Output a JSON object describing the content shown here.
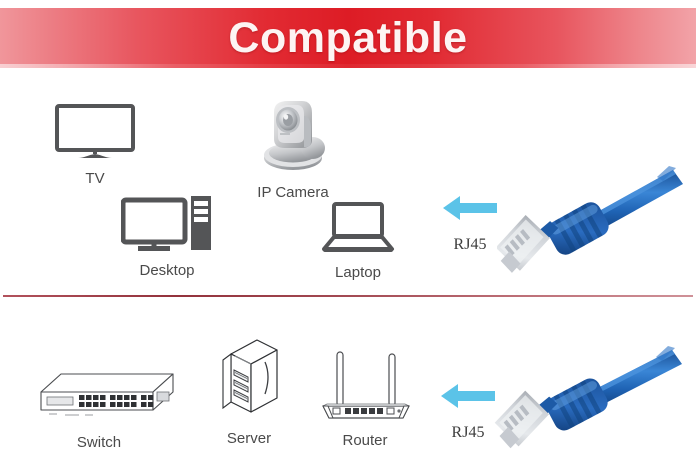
{
  "banner": {
    "title": "Compatible",
    "bg_color_center": "#dd1c25",
    "bg_color_edge": "#f0969b",
    "text_color": "#fdf4f3"
  },
  "divider": {
    "color": "#93323c"
  },
  "theme": {
    "icon_stroke": "#545557",
    "label_color": "#4a4a4a",
    "arrow_color": "#5bc3e8",
    "cable_blue": "#1f5fae",
    "page_background": "#ffffff"
  },
  "rows": [
    {
      "name": "top-row",
      "devices": [
        {
          "id": "tv",
          "label": "TV",
          "icon": "tv-icon"
        },
        {
          "id": "ipcamera",
          "label": "IP Camera",
          "icon": "ip-camera-icon"
        },
        {
          "id": "desktop",
          "label": "Desktop",
          "icon": "desktop-computer-icon"
        },
        {
          "id": "laptop",
          "label": "Laptop",
          "icon": "laptop-icon"
        }
      ],
      "connector": {
        "label": "RJ45",
        "arrow_icon": "arrow-left-icon",
        "cable_icon": "ethernet-cable-icon"
      }
    },
    {
      "name": "bottom-row",
      "devices": [
        {
          "id": "switch",
          "label": "Switch",
          "icon": "network-switch-icon"
        },
        {
          "id": "server",
          "label": "Server",
          "icon": "server-rack-icon"
        },
        {
          "id": "router",
          "label": "Router",
          "icon": "wifi-router-icon"
        }
      ],
      "connector": {
        "label": "RJ45",
        "arrow_icon": "arrow-left-icon",
        "cable_icon": "ethernet-cable-icon"
      }
    }
  ]
}
